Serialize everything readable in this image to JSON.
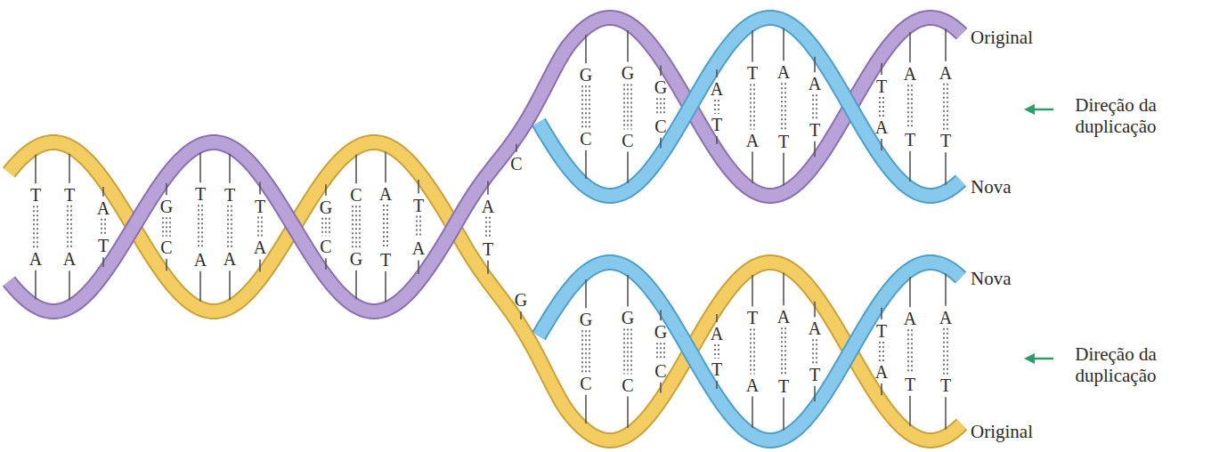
{
  "diagram": {
    "labels": [
      "T",
      "A",
      "T",
      "A",
      "A",
      "T",
      "G",
      "C",
      "T",
      "A",
      "T",
      "A",
      "T",
      "A",
      "G",
      "C",
      "C",
      "G",
      "A",
      "T",
      "T",
      "A",
      "A",
      "T",
      "C",
      "G",
      "G",
      "C",
      "G",
      "C",
      "G",
      "C",
      "A",
      "T",
      "T",
      "A",
      "A",
      "T",
      "A",
      "T",
      "T",
      "A",
      "A",
      "T",
      "A",
      "T",
      "G",
      "C",
      "G",
      "C",
      "G",
      "C",
      "A",
      "T",
      "T",
      "A",
      "A",
      "T",
      "A",
      "T",
      "T",
      "A",
      "A",
      "T",
      "A",
      "T",
      "Original",
      "Direção da duplicação",
      "Nova",
      "Nova",
      "Direção da duplicação",
      "Original"
    ]
  }
}
